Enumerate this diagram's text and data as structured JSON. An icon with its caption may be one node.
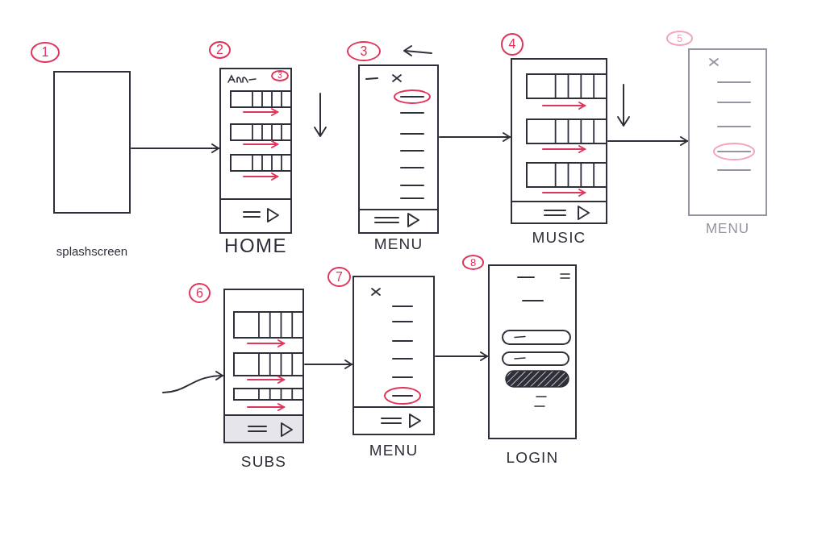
{
  "diagram": {
    "nodes": [
      {
        "text": [
          "splashscreen"
        ],
        "beside": [
          "1"
        ]
      },
      {
        "text": [
          "HOME"
        ],
        "beside": [
          "2"
        ]
      },
      {
        "text": [
          "MENU"
        ],
        "beside": [
          "3"
        ]
      },
      {
        "text": [
          "MUSIC"
        ],
        "beside": [
          "4"
        ]
      },
      {
        "text": [
          "MENU"
        ],
        "beside": [
          "5"
        ]
      },
      {
        "text": [
          "SUBS"
        ],
        "beside": [
          "6"
        ]
      },
      {
        "text": [
          "MENU"
        ],
        "beside": [
          "7"
        ]
      },
      {
        "text": [
          "LOGIN"
        ],
        "beside": [
          "8"
        ]
      }
    ],
    "edges": [
      {
        "from": 0,
        "to": 1,
        "arrow": "to"
      },
      {
        "from": 2,
        "to": 3,
        "arrow": "to"
      },
      {
        "from": 3,
        "to": 4,
        "arrow": "to"
      },
      {
        "from": null,
        "to": 5,
        "arrow": "to"
      },
      {
        "from": 5,
        "to": 6,
        "arrow": "to"
      },
      {
        "from": 6,
        "to": 7,
        "arrow": "to"
      }
    ],
    "labels": [
      "3"
    ]
  }
}
